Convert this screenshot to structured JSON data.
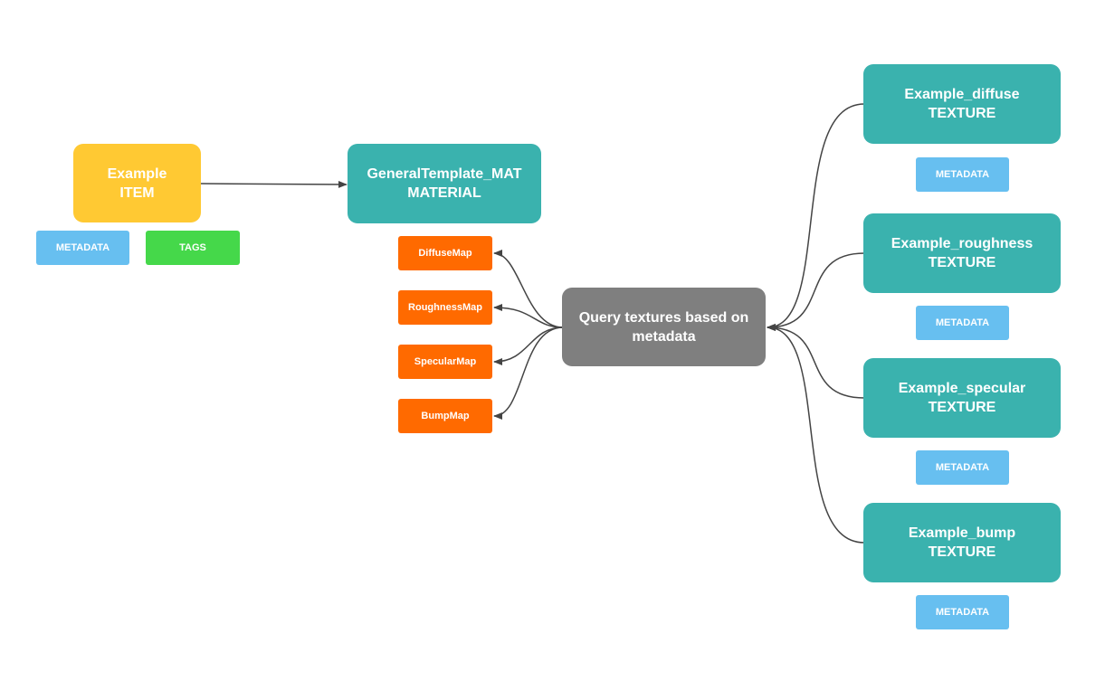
{
  "nodes": {
    "item": {
      "line1": "Example",
      "line2": "ITEM"
    },
    "item_metadata": "METADATA",
    "item_tags": "TAGS",
    "material": {
      "line1": "GeneralTemplate_MAT",
      "line2": "MATERIAL"
    },
    "maps": [
      "DiffuseMap",
      "RoughnessMap",
      "SpecularMap",
      "BumpMap"
    ],
    "query": {
      "line1": "Query textures based on",
      "line2": "metadata"
    },
    "textures": [
      {
        "line1": "Example_diffuse",
        "line2": "TEXTURE",
        "metadata": "METADATA"
      },
      {
        "line1": "Example_roughness",
        "line2": "TEXTURE",
        "metadata": "METADATA"
      },
      {
        "line1": "Example_specular",
        "line2": "TEXTURE",
        "metadata": "METADATA"
      },
      {
        "line1": "Example_bump",
        "line2": "TEXTURE",
        "metadata": "METADATA"
      }
    ]
  },
  "colors": {
    "item": "#ffc933",
    "material": "#3ab2ae",
    "query": "#7f7f7f",
    "map": "#ff6a00",
    "metadata": "#67bff0",
    "tags": "#45d84a",
    "connector": "#444444"
  }
}
